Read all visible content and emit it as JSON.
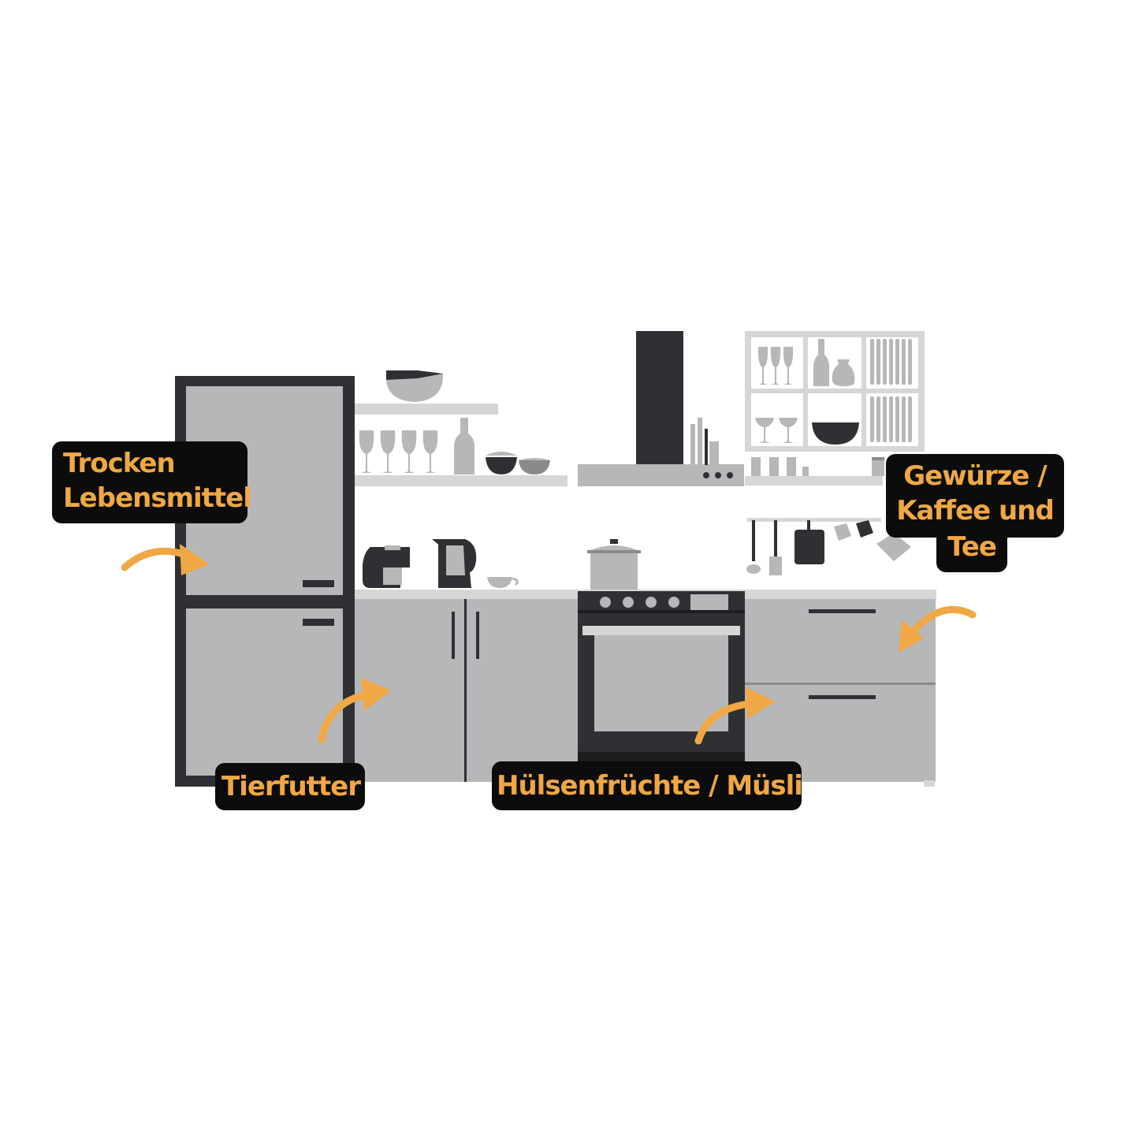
{
  "colors": {
    "background": "#ffffff",
    "cabinet_gray": "#b6b7b9",
    "dark": "#2f3033",
    "shelf_gray": "#d6d6d4",
    "label_bg": "#0c0c0c",
    "label_text": "#f0a844",
    "arrow": "#f0a844"
  },
  "labels": {
    "dry_food": {
      "line1": "Trocken",
      "line2": "Lebensmittel"
    },
    "pet_food": {
      "text": "Tierfutter"
    },
    "legumes": {
      "text": "Hülsenfrüchte / Müsli"
    },
    "spices": {
      "line1": "Gewürze /",
      "line2": "Kaffee und",
      "line3": "Tee"
    }
  },
  "icons": [
    "fridge-icon",
    "shelf-icon",
    "bowl-icon",
    "wine-glass-icon",
    "bottle-icon",
    "range-hood-icon",
    "dish-rack-icon",
    "jug-icon",
    "plate-icon",
    "coffee-machine-icon",
    "kettle-icon",
    "cup-icon",
    "pot-icon",
    "oven-icon",
    "cabinet-icon",
    "drawer-icon",
    "ladle-icon",
    "spatula-icon",
    "cutting-board-icon",
    "mug-icon",
    "spice-jar-icon",
    "arrow-icon"
  ]
}
